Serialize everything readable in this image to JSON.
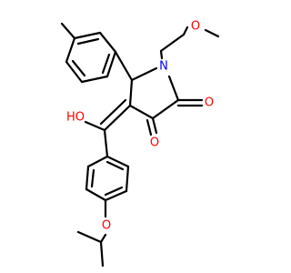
{
  "colors": {
    "bond": "#000000",
    "oxygen": "#ff0000",
    "nitrogen": "#0000ff",
    "background": "#ffffff"
  },
  "atoms": {
    "n1": "N",
    "o_methoxy": "O",
    "o_keto2": "O",
    "o_keto3": "O",
    "o_hydroxy": "HO",
    "o_ether": "O"
  }
}
